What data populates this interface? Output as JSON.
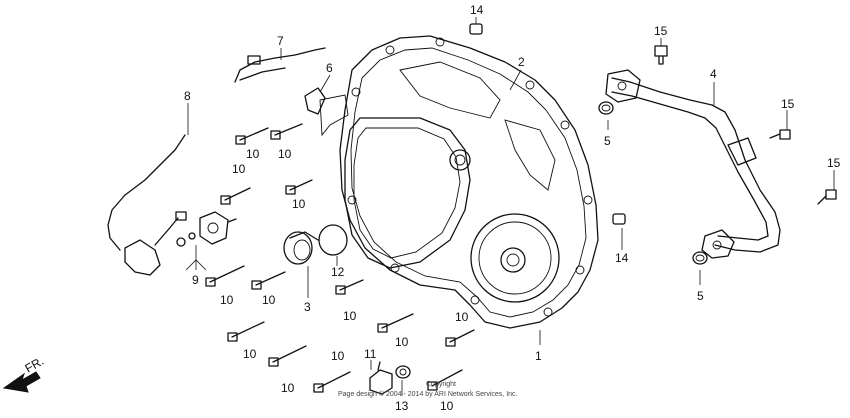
{
  "parts": {
    "p1": "1",
    "p2": "2",
    "p3": "3",
    "p4": "4",
    "p5": "5",
    "p6": "6",
    "p7": "7",
    "p8": "8",
    "p9": "9",
    "p10": "10",
    "p11": "11",
    "p12": "12",
    "p13": "13",
    "p14": "14",
    "p15": "15"
  },
  "direction_label": "FR.",
  "copyright_line1": "Copyright",
  "copyright_line2": "Page design © 2004 - 2014 by ARI Network Services, Inc."
}
